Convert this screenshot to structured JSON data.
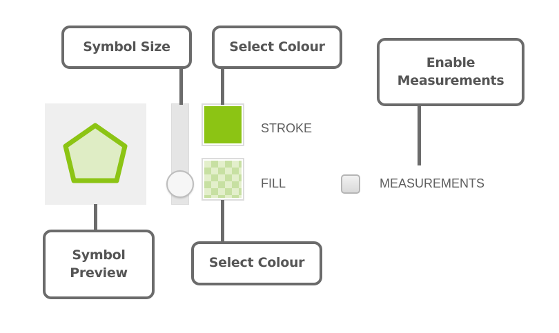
{
  "callouts": {
    "symbol_size": "Symbol Size",
    "select_colour_stroke": "Select Colour",
    "enable_measurements": "Enable Measurements",
    "symbol_preview": "Symbol Preview",
    "select_colour_fill": "Select Colour"
  },
  "preview": {
    "icon": "pentagon-icon",
    "stroke_color": "#8cc414",
    "fill_color": "#dfedc5"
  },
  "symbol_size_slider": {
    "level_fraction": 0.1
  },
  "colours": {
    "stroke_label": "STROKE",
    "stroke_color": "#8cc414",
    "fill_label": "FILL",
    "fill_color": "#dfedc5"
  },
  "measurements": {
    "label": "MEASUREMENTS",
    "checked": false
  }
}
